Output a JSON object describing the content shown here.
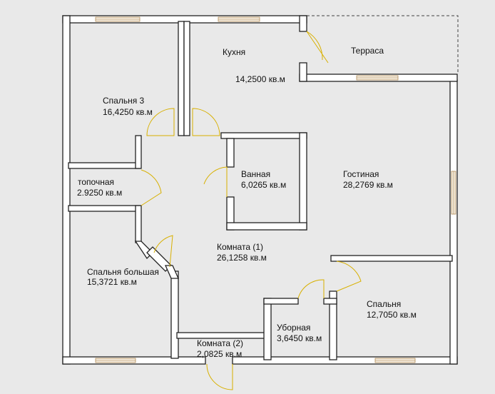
{
  "rooms": [
    {
      "id": "kitchen",
      "name": "Кухня",
      "area": "14,2500 кв.м"
    },
    {
      "id": "terrace",
      "name": "Терраса",
      "area": ""
    },
    {
      "id": "bedroom3",
      "name": "Спальня 3",
      "area": "16,4250 кв.м"
    },
    {
      "id": "furnace",
      "name": "топочная",
      "area": "2.9250 кв.м"
    },
    {
      "id": "bathroom",
      "name": "Ванная",
      "area": "6,0265 кв.м"
    },
    {
      "id": "living",
      "name": "Гостиная",
      "area": "28,2769 кв.м"
    },
    {
      "id": "room1",
      "name": "Комната (1)",
      "area": "26,1258 кв.м"
    },
    {
      "id": "bedroom-big",
      "name": "Спальня большая",
      "area": "15,3721 кв.м"
    },
    {
      "id": "bedroom",
      "name": "Спальня",
      "area": "12,7050 кв.м"
    },
    {
      "id": "toilet",
      "name": "Уборная",
      "area": "3,6450 кв.м"
    },
    {
      "id": "room2",
      "name": "Комната (2)",
      "area": "2,0825 кв.м"
    }
  ],
  "colors": {
    "background": "#e9e9e9",
    "wall_fill": "#ffffff",
    "wall_stroke": "#222222",
    "door_arc": "#d8b000",
    "window_frame": "#b08a55"
  }
}
